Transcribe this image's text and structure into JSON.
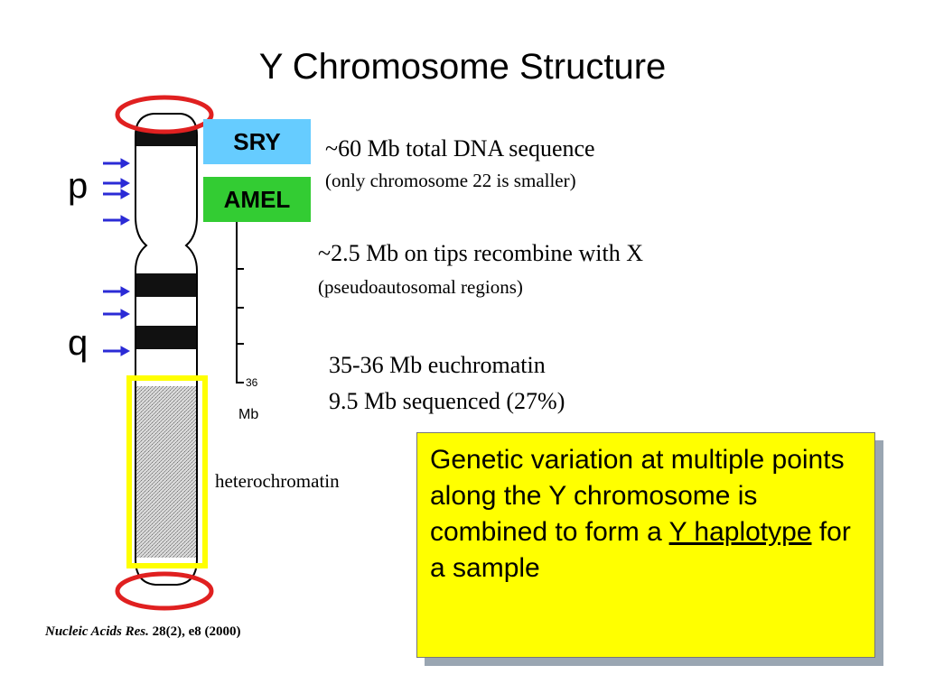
{
  "title": "Y Chromosome Structure",
  "arm_labels": {
    "p": "p",
    "q": "q"
  },
  "genes": [
    {
      "label": "SRY",
      "color": "#66ccff"
    },
    {
      "label": "AMEL",
      "color": "#33cc33"
    }
  ],
  "scale": {
    "value": "36",
    "unit": "Mb"
  },
  "notes": {
    "total": "~60 Mb total DNA sequence",
    "total_sub": "(only chromosome 22 is smaller)",
    "tips": "~2.5 Mb on tips recombine with X",
    "tips_sub": "(pseudoautosomal regions)",
    "euchromatin": "35-36 Mb euchromatin",
    "sequenced": "9.5 Mb sequenced (27%)",
    "heterochromatin": "heterochromatin"
  },
  "callout": {
    "before": "Genetic variation at multiple points along the Y chromosome is combined to form a ",
    "underlined": "Y haplotype",
    "after": " for a sample",
    "color": "#ffff00"
  },
  "citation": {
    "journal": "Nucleic Acids Res.",
    "details": " 28(2), e8 (2000)"
  },
  "colors": {
    "arrow": "#2b2bd6",
    "circle": "#e02020",
    "box": "#ffff00"
  }
}
